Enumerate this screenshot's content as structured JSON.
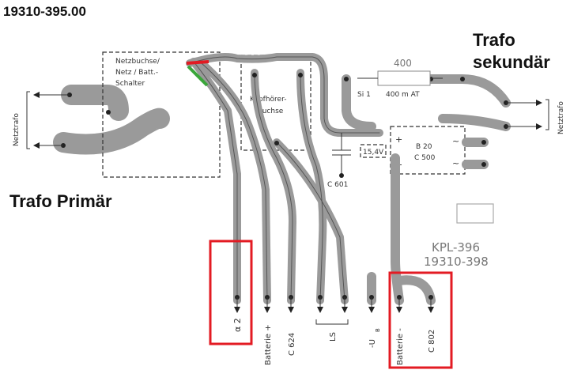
{
  "doc_number": "19310-395.00",
  "heading_primary": "Trafo Primär",
  "heading_secondary_line1": "Trafo",
  "heading_secondary_line2": "sekundär",
  "switch_label": [
    "Netzbuchse/",
    "Netz / Batt.-",
    "Schalter"
  ],
  "headphone_label": [
    "Kopfhörer-",
    "buchse"
  ],
  "fuse_value": "400",
  "fuse_label": "Si 1",
  "fuse_rating": "400 m AT",
  "rectifier_label": [
    "B 20",
    "C 500"
  ],
  "capacitor_label": "C 601",
  "voltage_label": "15,4V",
  "netztrafo_left": "Netztrafo",
  "netztrafo_right": "Netztrafo",
  "board_code": "KPL-396",
  "board_number": "19310-398",
  "pins": {
    "a2": "α 2",
    "batt_plus": "Batterie +",
    "c624": "C 624",
    "ls": "LS",
    "ub": "-U",
    "ub_sub": "B",
    "batt_minus": "Batterie -",
    "c802": "C 802"
  },
  "colors": {
    "highlight": "#e31b23",
    "wire_red": "#e31b23",
    "wire_green": "#3aa63a"
  }
}
